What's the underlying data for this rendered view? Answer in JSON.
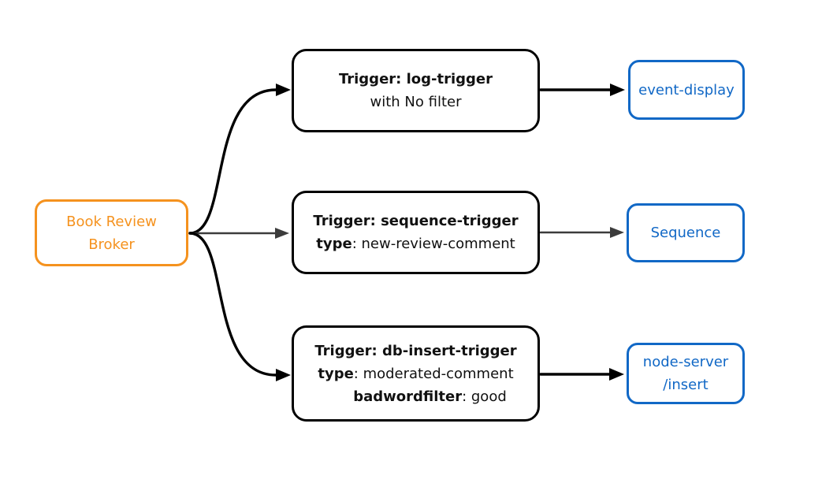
{
  "diagram": {
    "broker": {
      "line1": "Book Review",
      "line2": "Broker"
    },
    "triggers": [
      {
        "title": "Trigger: log-trigger",
        "line2_bold": "",
        "line2_rest": "with No filter"
      },
      {
        "title": "Trigger: sequence-trigger",
        "line2_bold": "type",
        "line2_rest": ": new-review-comment"
      },
      {
        "title": "Trigger: db-insert-trigger",
        "line2_bold": "type",
        "line2_rest": ": moderated-comment",
        "line3_bold": "badwordfilter",
        "line3_rest": ": good"
      }
    ],
    "sinks": [
      {
        "label": "event-display"
      },
      {
        "label": "Sequence"
      },
      {
        "line1": "node-server",
        "line2": "/insert"
      }
    ]
  },
  "colors": {
    "orange": "#F5921E",
    "blue": "#1168C6",
    "arrow-black": "#000000",
    "arrow-gray": "#3C3C3C",
    "trigger-border": "#000000",
    "trigger-text": "#111111",
    "bg": "#FFFFFF"
  }
}
